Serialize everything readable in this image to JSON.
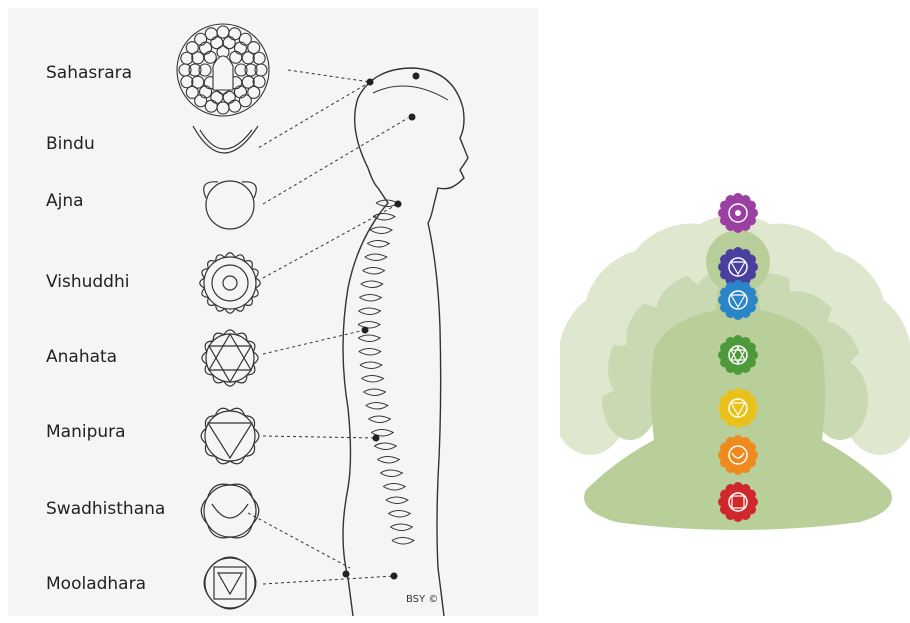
{
  "diagram": {
    "chakras": [
      {
        "id": "sahasrara",
        "label": "Sahasrara"
      },
      {
        "id": "bindu",
        "label": "Bindu"
      },
      {
        "id": "ajna",
        "label": "Ajna"
      },
      {
        "id": "vishuddhi",
        "label": "Vishuddhi"
      },
      {
        "id": "anahata",
        "label": "Anahata"
      },
      {
        "id": "manipura",
        "label": "Manipura"
      },
      {
        "id": "swadhisthana",
        "label": "Swadhisthana"
      },
      {
        "id": "mooladhara",
        "label": "Mooladhara"
      }
    ],
    "credit": "BSY ©"
  },
  "colors": {
    "background_panel": "#f6f5f3",
    "line": "#333333",
    "lotus": "#dfe8cf",
    "lotus_inner": "#c9dab2",
    "figure": "#b9cf9a",
    "sahasrara": "#9b3fa3",
    "ajna": "#4b3f9e",
    "vishuddhi": "#2a86c8",
    "anahata": "#4e9a3b",
    "manipura": "#e8c21a",
    "swadhisthana": "#ef8a1f",
    "mooladhara": "#d0282a"
  },
  "icons": {
    "sahasrara": "om-symbol-icon",
    "ajna": "om-triangle-icon",
    "vishuddhi": "triangle-circle-icon",
    "anahata": "hexagram-icon",
    "manipura": "down-triangle-icon",
    "swadhisthana": "crescent-icon",
    "mooladhara": "square-icon"
  }
}
